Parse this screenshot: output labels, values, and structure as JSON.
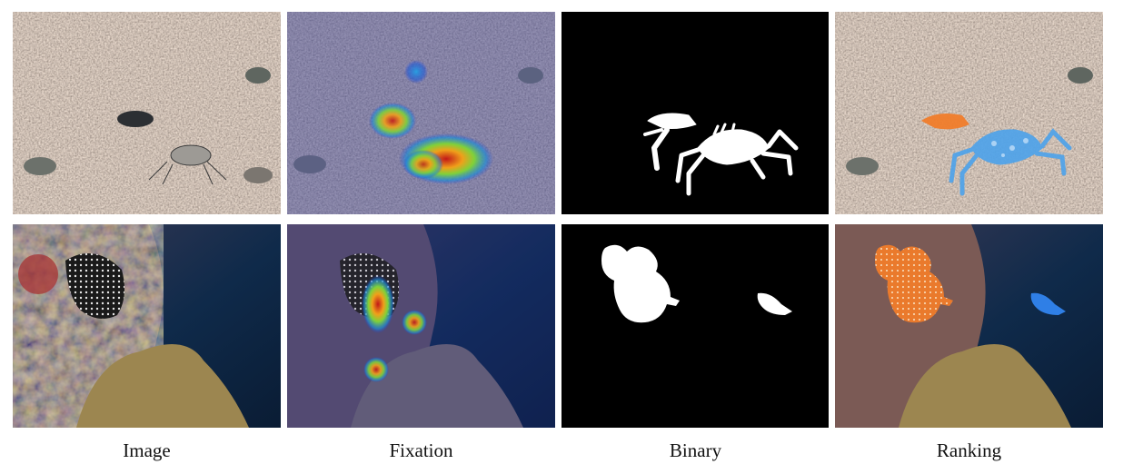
{
  "columns": [
    {
      "id": "image",
      "label": "Image"
    },
    {
      "id": "fixation",
      "label": "Fixation"
    },
    {
      "id": "binary",
      "label": "Binary"
    },
    {
      "id": "ranking",
      "label": "Ranking"
    }
  ],
  "rows": [
    {
      "id": "crab-scene",
      "subject": "camouflaged crab and hermit crab on gravel beach"
    },
    {
      "id": "reef-scene",
      "subject": "spotted fish and small blue fish on coral reef"
    }
  ],
  "colors": {
    "ranking_rank1": "#f07c2a",
    "ranking_rank2": "#2f7fe6",
    "binary_fg": "#ffffff",
    "binary_bg": "#000000"
  }
}
